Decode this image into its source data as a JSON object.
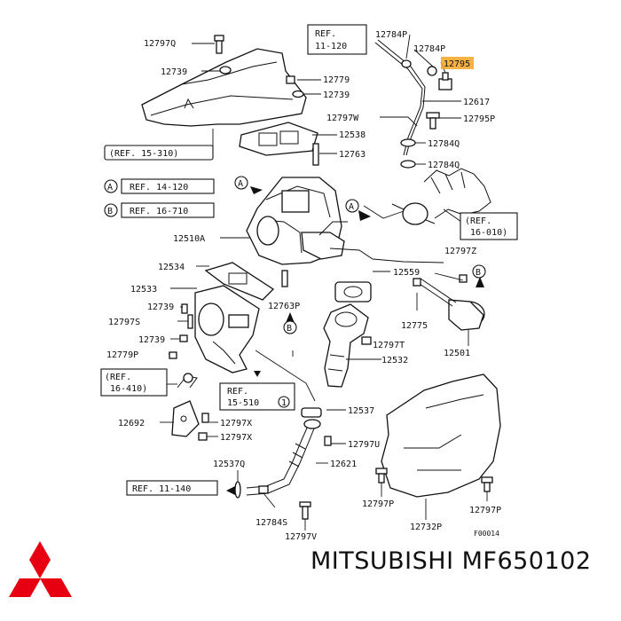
{
  "diagram": {
    "parts": {
      "p12797Q": "12797Q",
      "p12739_a": "12739",
      "p12779_a": "12779",
      "p12739_b": "12739",
      "p12784P_a": "12784P",
      "p12784P_b": "12784P",
      "p12795_hl": "12795",
      "p12617": "12617",
      "p12797W": "12797W",
      "p12795P": "12795P",
      "p12538": "12538",
      "p12784Q_a": "12784Q",
      "p12763": "12763",
      "p12784Q_b": "12784Q",
      "p12510A": "12510A",
      "p12797Z": "12797Z",
      "p12534": "12534",
      "p12559": "12559",
      "p12533": "12533",
      "p12763P": "12763P",
      "p12739_c": "12739",
      "p12797S": "12797S",
      "p12775": "12775",
      "p12739_d": "12739",
      "p12797T": "12797T",
      "p12779P": "12779P",
      "p12532": "12532",
      "p12501": "12501",
      "p12537": "12537",
      "p12692": "12692",
      "p12797X_a": "12797X",
      "p12797X_b": "12797X",
      "p12797U": "12797U",
      "p12537Q": "12537Q",
      "p12621": "12621",
      "p12797P_a": "12797P",
      "p12797P_b": "12797P",
      "p12732P": "12732P",
      "p12784S": "12784S",
      "p12797V": "12797V"
    },
    "refs": {
      "ref_11_120_l1": "REF.",
      "ref_11_120_l2": "11-120",
      "ref_15_310": "(REF. 15-310)",
      "ref_a_14_120": "REF. 14-120",
      "ref_b_16_710": "REF. 16-710",
      "ref_16_010_l1": "(REF.",
      "ref_16_010_l2": "16-010)",
      "ref_16_410_l1": "(REF.",
      "ref_16_410_l2": "16-410)",
      "ref_15_510_l1": "REF.",
      "ref_15_510_l2": "15-510",
      "ref_15_510_circ": "1",
      "ref_11_140": "REF. 11-140"
    },
    "markers": {
      "a": "A",
      "b": "B"
    },
    "figure_code": "F00014"
  },
  "brand": {
    "name": "MITSUBISHI MF650102",
    "logo_color": "#e60012",
    "highlight_color": "#f5a623"
  }
}
